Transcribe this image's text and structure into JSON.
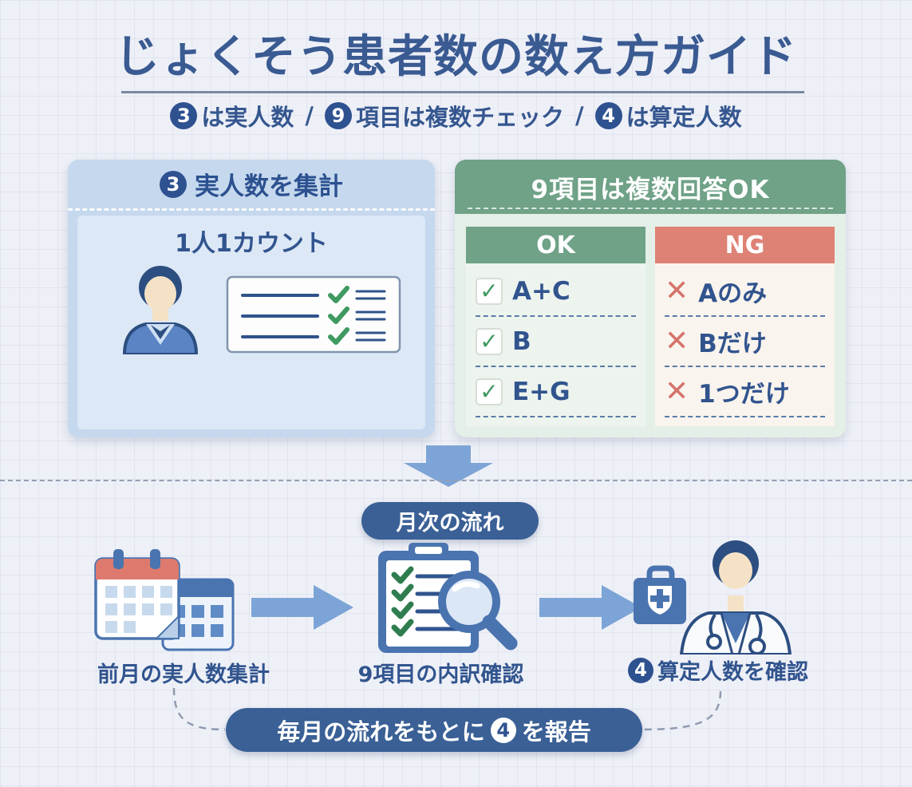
{
  "title": "じょくそう患者数の数え方ガイド",
  "subtitle": {
    "num1": "3",
    "seg1": "は実人数",
    "sep": "/",
    "num2": "9",
    "seg2": "項目は複数チェック",
    "num3": "4",
    "seg3": "は算定人数"
  },
  "left_panel": {
    "badge": "3",
    "heading": "実人数を集計",
    "caption": "1人1カウント"
  },
  "right_panel": {
    "heading": "9項目は複数回答OK",
    "ok": {
      "header": "OK",
      "check_glyph": "✓",
      "items": [
        "A+C",
        "B",
        "E+G"
      ]
    },
    "ng": {
      "header": "NG",
      "cross_glyph": "✕",
      "items": [
        "Aのみ",
        "Bだけ",
        "1つだけ"
      ]
    }
  },
  "flow": {
    "title_pill": "月次の流れ",
    "step1_label": "前月の実人数集計",
    "step2_label": "9項目の内訳確認",
    "step3_badge": "4",
    "step3_label": "算定人数を確認"
  },
  "footer_pill": {
    "prefix": "毎月の流れをもとに",
    "badge": "4",
    "suffix": "を報告"
  },
  "colors": {
    "background": "#eef0f7",
    "navy_text": "#35568f",
    "badge_navy": "#2e5190",
    "panel_blue_frame": "#c5d8ee",
    "panel_blue_body": "#dce8f6",
    "green_header": "#6fa287",
    "green_body": "#e4efe7",
    "ok_body": "#edf4ee",
    "ng_header": "#dd8275",
    "ng_body": "#faf4ee",
    "check_green": "#3f9960",
    "cross_red": "#d4736a",
    "arrow_blue": "#7da4d6",
    "pill_navy": "#3a6096"
  }
}
